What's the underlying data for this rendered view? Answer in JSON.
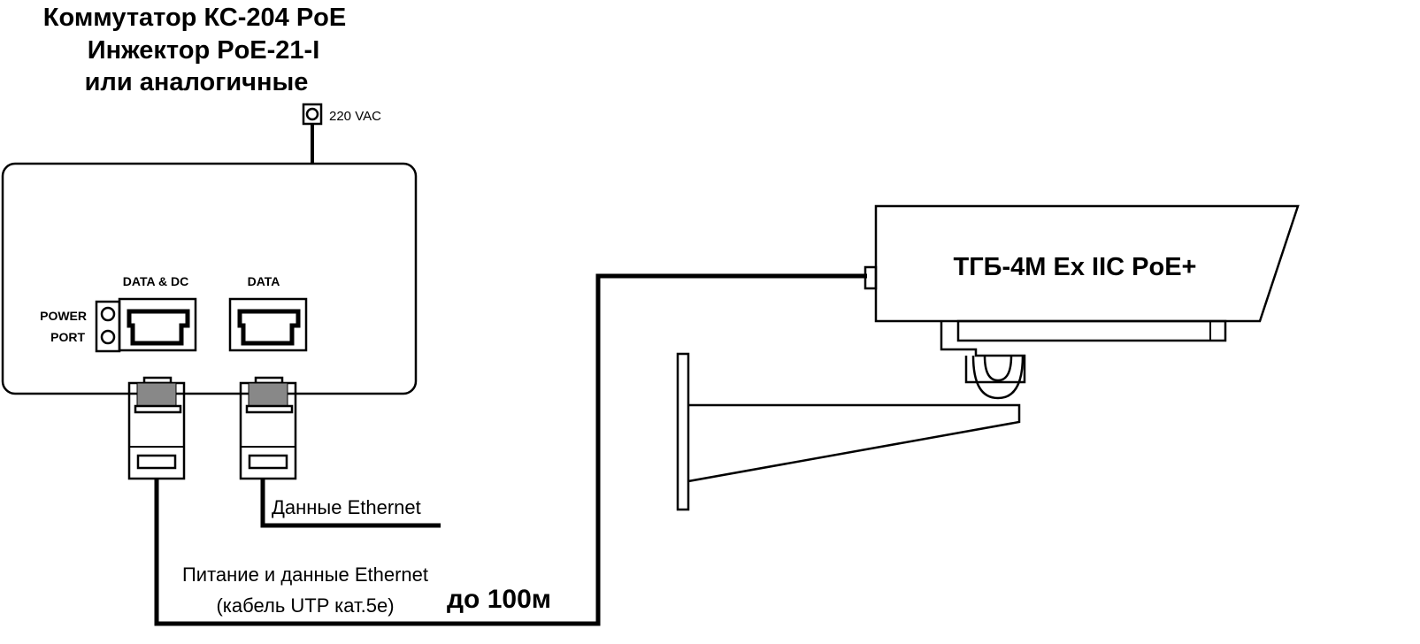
{
  "header": {
    "title_lines": [
      "Коммутатор КС-204 PoE",
      "Инжектор PoE-21-I",
      "или аналогичные"
    ]
  },
  "power": {
    "label": "220 VAC"
  },
  "device": {
    "power_port_label_1": "POWER",
    "power_port_label_2": "PORT",
    "port_data_dc_label": "DATA & DC",
    "port_data_label": "DATA"
  },
  "cables": {
    "data_label": "Данные Ethernet",
    "poe_label_line1": "Питание и данные Ethernet",
    "poe_label_line2": "(кабель UTP кат.5е)",
    "distance_label": "до 100м"
  },
  "camera": {
    "label": "ТГБ-4М Ex IIC PoE+"
  }
}
